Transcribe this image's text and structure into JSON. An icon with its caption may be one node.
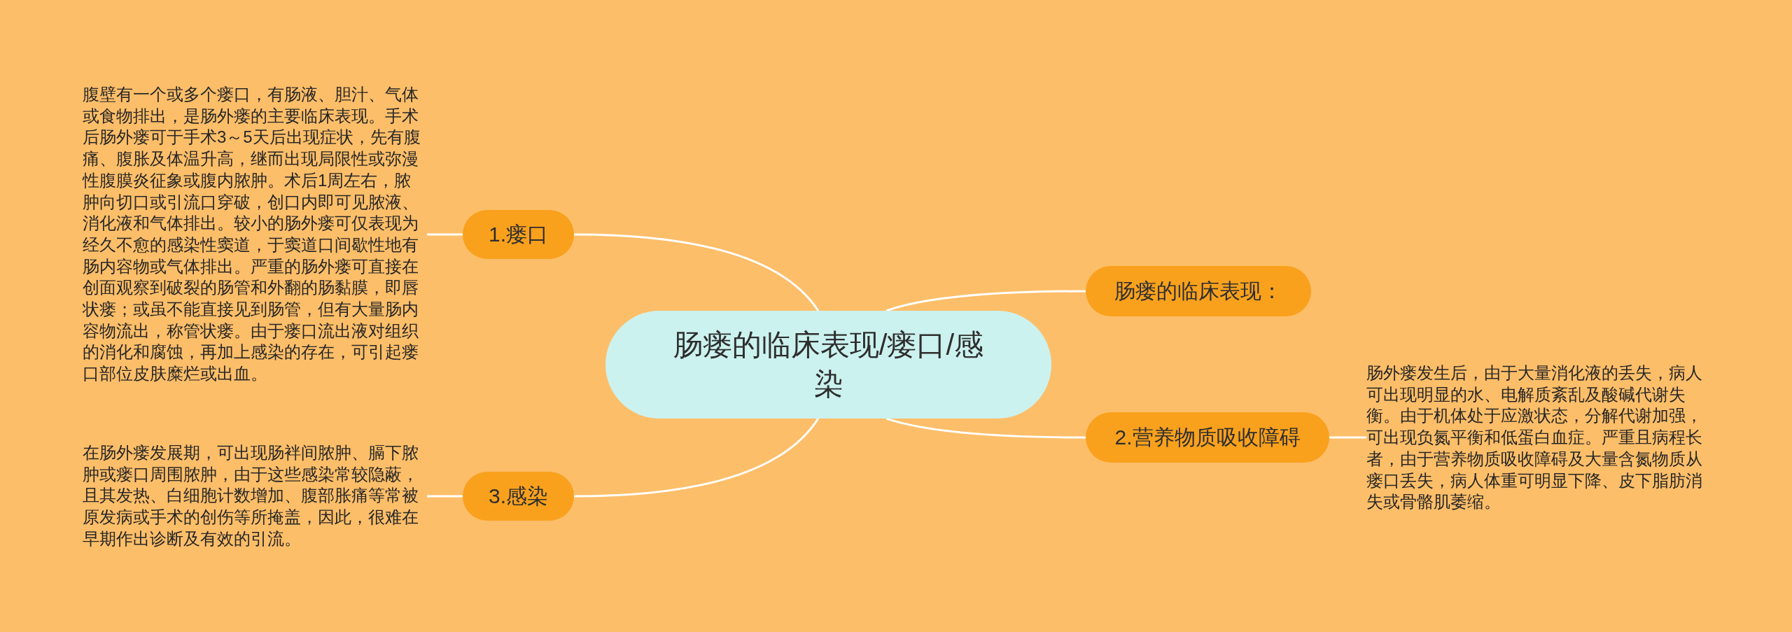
{
  "diagram": {
    "nodes": [
      {
        "text": [
          "肠瘘的临床表现/瘘口/感染"
        ]
      },
      {
        "text": [
          "1.瘘口"
        ]
      },
      {
        "text": [
          "腹壁有一个或多个瘘口，有肠液、胆汁、气体或食物排出，是肠外瘘的主要临床表现。手术后肠外瘘可于手术3～5天后出现症状，先有腹痛、腹胀及体温升高，继而出现局限性或弥漫性腹膜炎征象或腹内脓肿。术后1周左右，脓肿向切口或引流口穿破，创口内即可见脓液、消化液和气体排出。较小的肠外瘘可仅表现为经久不愈的感染性窦道，于窦道口间歇性地有肠内容物或气体排出。严重的肠外瘘可直接在创面观察到破裂的肠管和外翻的肠黏膜，即唇状瘘；或虽不能直接见到肠管，但有大量肠内容物流出，称管状瘘。由于瘘口流出液对组织的消化和腐蚀，再加上感染的存在，可引起瘘口部位皮肤糜烂或出血。"
        ]
      },
      {
        "text": [
          "肠瘘的临床表现："
        ]
      },
      {
        "text": [
          "2.营养物质吸收障碍"
        ]
      },
      {
        "text": [
          "肠外瘘发生后，由于大量消化液的丢失，病人可出现明显的水、电解质紊乱及酸碱代谢失衡。由于机体处于应激状态，分解代谢加强，可出现负氮平衡和低蛋白血症。严重且病程长者，由于营养物质吸收障碍及大量含氮物质从瘘口丢失，病人体重可明显下降、皮下脂肪消失或骨骼肌萎缩。"
        ]
      },
      {
        "text": [
          "3.感染"
        ]
      },
      {
        "text": [
          "在肠外瘘发展期，可出现肠袢间脓肿、膈下脓肿或瘘口周围脓肿，由于这些感染常较隐蔽，且其发热、白细胞计数增加、腹部胀痛等常被原发病或手术的创伤等所掩盖，因此，很难在早期作出诊断及有效的引流。"
        ]
      }
    ],
    "edges": [
      {
        "from": 0,
        "to": 1,
        "arrow": "none"
      },
      {
        "from": 1,
        "to": 2,
        "arrow": "none"
      },
      {
        "from": 0,
        "to": 3,
        "arrow": "none"
      },
      {
        "from": 0,
        "to": 4,
        "arrow": "none"
      },
      {
        "from": 4,
        "to": 5,
        "arrow": "none"
      },
      {
        "from": 0,
        "to": 6,
        "arrow": "none"
      },
      {
        "from": 6,
        "to": 7,
        "arrow": "none"
      }
    ]
  }
}
